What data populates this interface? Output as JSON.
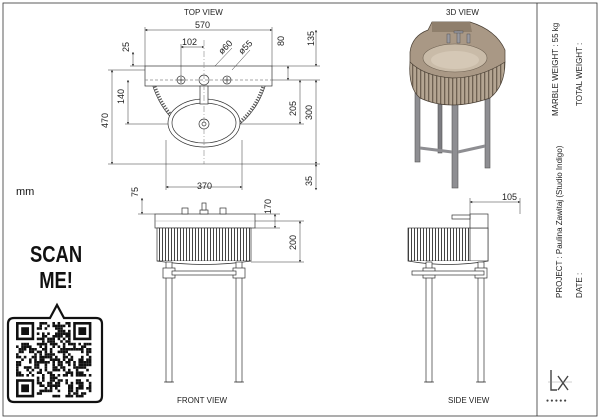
{
  "views": {
    "top": "TOP VIEW",
    "iso": "3D VIEW",
    "front": "FRONT VIEW",
    "side": "SIDE VIEW"
  },
  "units": "mm",
  "dims": {
    "d570": "570",
    "d102": "102",
    "d60": "ø60",
    "d55": "ø55",
    "d25": "25",
    "d135": "135",
    "d80": "80",
    "d140": "140",
    "d205": "205",
    "d300": "300",
    "d470": "470",
    "d370": "370",
    "d35": "35",
    "d75": "75",
    "d170": "170",
    "d200": "200",
    "d105": "105"
  },
  "title_block": {
    "marble_weight": "MARBLE WEIGHT : 55 kg",
    "total_weight": "TOTAL WEIGHT :",
    "project": "PROJECT : Paulina Zawitaj (Studio Indigo)",
    "date": "DATE :"
  },
  "scan": {
    "line1": "SCAN",
    "line2": "ME!"
  },
  "colors": {
    "line": "#3a3a3a",
    "marble": "#a99885",
    "marble_dark": "#6e6152",
    "metal": "#8e8e92"
  },
  "icons": {
    "logo": "brand-logo",
    "social": "social-media-icons",
    "qr": "qr-code"
  }
}
